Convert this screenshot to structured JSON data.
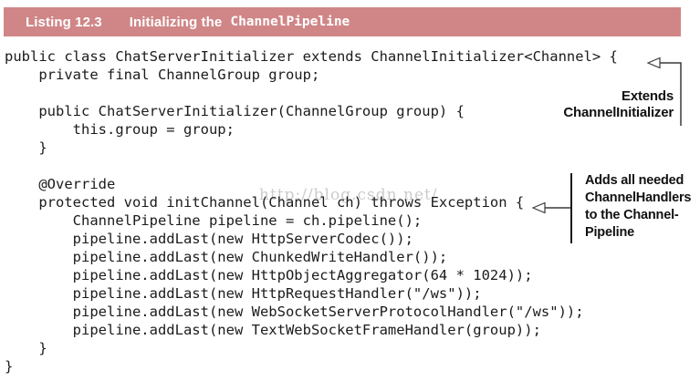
{
  "listing_header": {
    "label": "Listing 12.3",
    "title": "Initializing the",
    "title_code": "ChannelPipeline",
    "bar_color": "#d08687",
    "text_color": "#ffffff"
  },
  "code": {
    "language": "java",
    "text": "public class ChatServerInitializer extends ChannelInitializer<Channel> {\n    private final ChannelGroup group;\n\n    public ChatServerInitializer(ChannelGroup group) {\n        this.group = group;\n    }\n\n    @Override\n    protected void initChannel(Channel ch) throws Exception {\n        ChannelPipeline pipeline = ch.pipeline();\n        pipeline.addLast(new HttpServerCodec());\n        pipeline.addLast(new ChunkedWriteHandler());\n        pipeline.addLast(new HttpObjectAggregator(64 * 1024));\n        pipeline.addLast(new HttpRequestHandler(\"/ws\"));\n        pipeline.addLast(new WebSocketServerProtocolHandler(\"/ws\"));\n        pipeline.addLast(new TextWebSocketFrameHandler(group));\n    }\n}"
  },
  "annotations": {
    "extends_note": {
      "text": "Extends\nChannelInitializer"
    },
    "adds_handlers_note": {
      "text": "Adds all needed\nChannelHandlers\nto the Channel-\nPipeline"
    }
  },
  "watermark": {
    "text": "http://blog.csdn.net/",
    "color": "#cbcbcb"
  },
  "colors": {
    "code_text": "#1b1b1b",
    "annotation_text": "#111111",
    "arrow_stroke": "#3a3a3a"
  }
}
